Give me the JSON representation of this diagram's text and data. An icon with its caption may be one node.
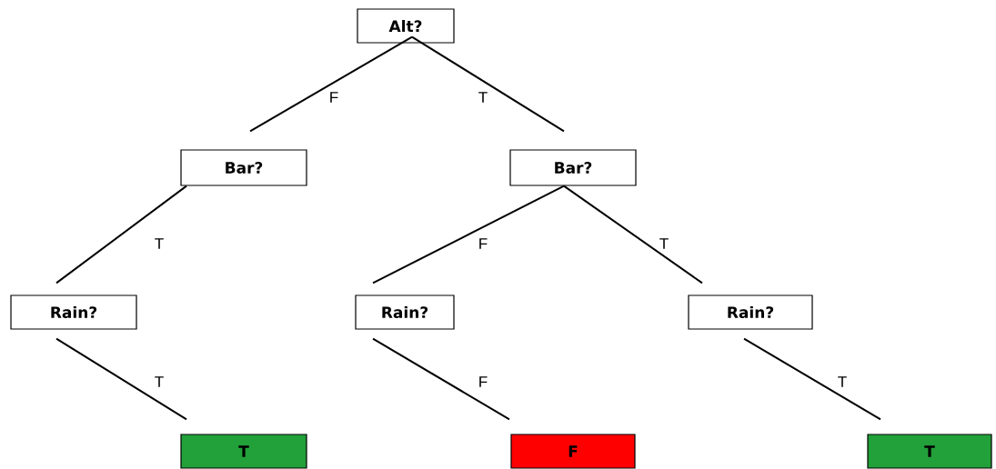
{
  "diagram": {
    "nodes": [
      {
        "text": [
          "Alt?"
        ]
      },
      {
        "text": [
          "Bar?"
        ]
      },
      {
        "text": [
          "Bar?"
        ]
      },
      {
        "text": [
          "Rain?"
        ]
      },
      {
        "text": [
          "Rain?"
        ]
      },
      {
        "text": [
          "Rain?"
        ]
      },
      {
        "text": [
          "T"
        ]
      },
      {
        "text": [
          "F"
        ]
      },
      {
        "text": [
          "T"
        ]
      }
    ],
    "edges": [
      {
        "from": 0,
        "to": 1,
        "arrow": "none",
        "label": "F"
      },
      {
        "from": 0,
        "to": 2,
        "arrow": "none",
        "label": "T"
      },
      {
        "from": 1,
        "to": 3,
        "arrow": "none",
        "label": "T"
      },
      {
        "from": 2,
        "to": 4,
        "arrow": "none",
        "label": "F"
      },
      {
        "from": 2,
        "to": 5,
        "arrow": "none",
        "label": "T"
      },
      {
        "from": 3,
        "to": 6,
        "arrow": "none",
        "label": "T"
      },
      {
        "from": 4,
        "to": 7,
        "arrow": "none",
        "label": "F"
      },
      {
        "from": 5,
        "to": 8,
        "arrow": "none",
        "label": "T"
      }
    ]
  }
}
